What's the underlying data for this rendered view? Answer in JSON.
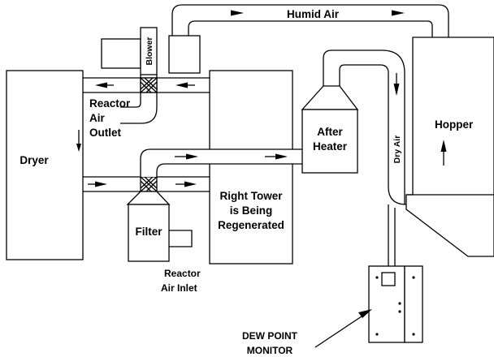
{
  "labels": {
    "humid_air": "Humid Air",
    "blower": "Blower",
    "reactor_air_outlet": [
      "Reactor",
      "Air",
      "Outlet"
    ],
    "dryer": "Dryer",
    "filter": "Filter",
    "reactor_air_inlet": [
      "Reactor",
      "Air Inlet"
    ],
    "right_tower": [
      "Right Tower",
      "is Being",
      "Regenerated"
    ],
    "after_heater": [
      "After",
      "Heater"
    ],
    "dry_air": "Dry Air",
    "hopper": "Hopper",
    "dew_point_monitor": [
      "DEW POINT",
      "MONITOR"
    ]
  }
}
